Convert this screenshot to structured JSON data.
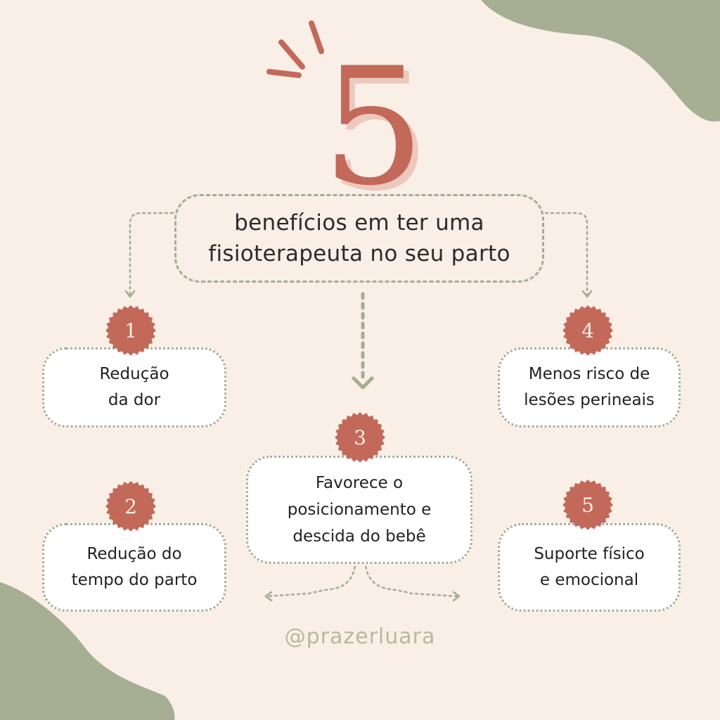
{
  "colors": {
    "background": "#f9efe6",
    "accent": "#c2695a",
    "sage": "#a4ad93",
    "card": "#ffffff"
  },
  "headline": {
    "number": "5",
    "line1": "benefícios em ter uma",
    "line2": "fisioterapeuta no seu parto"
  },
  "items": [
    {
      "number": "1",
      "line1": "Redução",
      "line2": "da dor"
    },
    {
      "number": "2",
      "line1": "Redução do",
      "line2": "tempo do parto"
    },
    {
      "number": "3",
      "line1": "Favorece o",
      "line2": "posicionamento e",
      "line3": "descida do bebê"
    },
    {
      "number": "4",
      "line1": "Menos risco de",
      "line2": "lesões perineais"
    },
    {
      "number": "5",
      "line1": "Suporte físico",
      "line2": "e emocional"
    }
  ],
  "handle": "@prazerluara"
}
